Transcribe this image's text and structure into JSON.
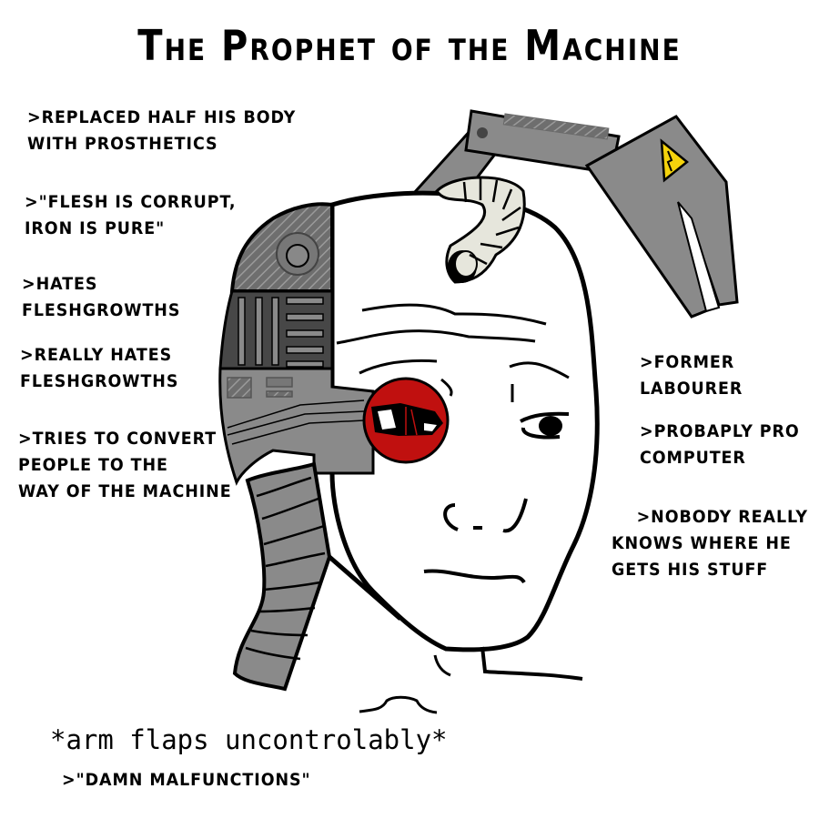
{
  "title": "The Prophet of the Machine",
  "left_notes": [
    {
      "lines": [
        ">Replaced half his body",
        "with prosthetics"
      ]
    },
    {
      "lines": [
        ">\"Flesh is corrupt,",
        "iron is pure\""
      ]
    },
    {
      "lines": [
        ">Hates",
        "fleshgrowths"
      ]
    },
    {
      "lines": [
        ">Really hates",
        "fleshgrowths"
      ]
    },
    {
      "lines": [
        ">Tries to convert",
        "people to the",
        "way of the machine"
      ]
    }
  ],
  "right_notes": [
    {
      "lines": [
        ">Former",
        "labourer"
      ]
    },
    {
      "lines": [
        ">Probaply pro",
        "computer"
      ]
    },
    {
      "lines": [
        ">Nobody really",
        "knows where he",
        "gets his stuff"
      ]
    }
  ],
  "action_text": "*arm flaps uncontrolably*",
  "bottom_note": ">\"Damn malfunctions\"",
  "colors": {
    "metal_light": "#8a8a8a",
    "metal_mid": "#7a7a7a",
    "metal_dark": "#4a4a4a",
    "eye_red": "#c0100f",
    "warning_yellow": "#f5d30c",
    "tube_cream": "#e6e6dc",
    "ink": "#000000"
  },
  "icons": {
    "warning": "high-voltage-warning-icon",
    "cyber_eye": "cybernetic-eye-icon"
  }
}
